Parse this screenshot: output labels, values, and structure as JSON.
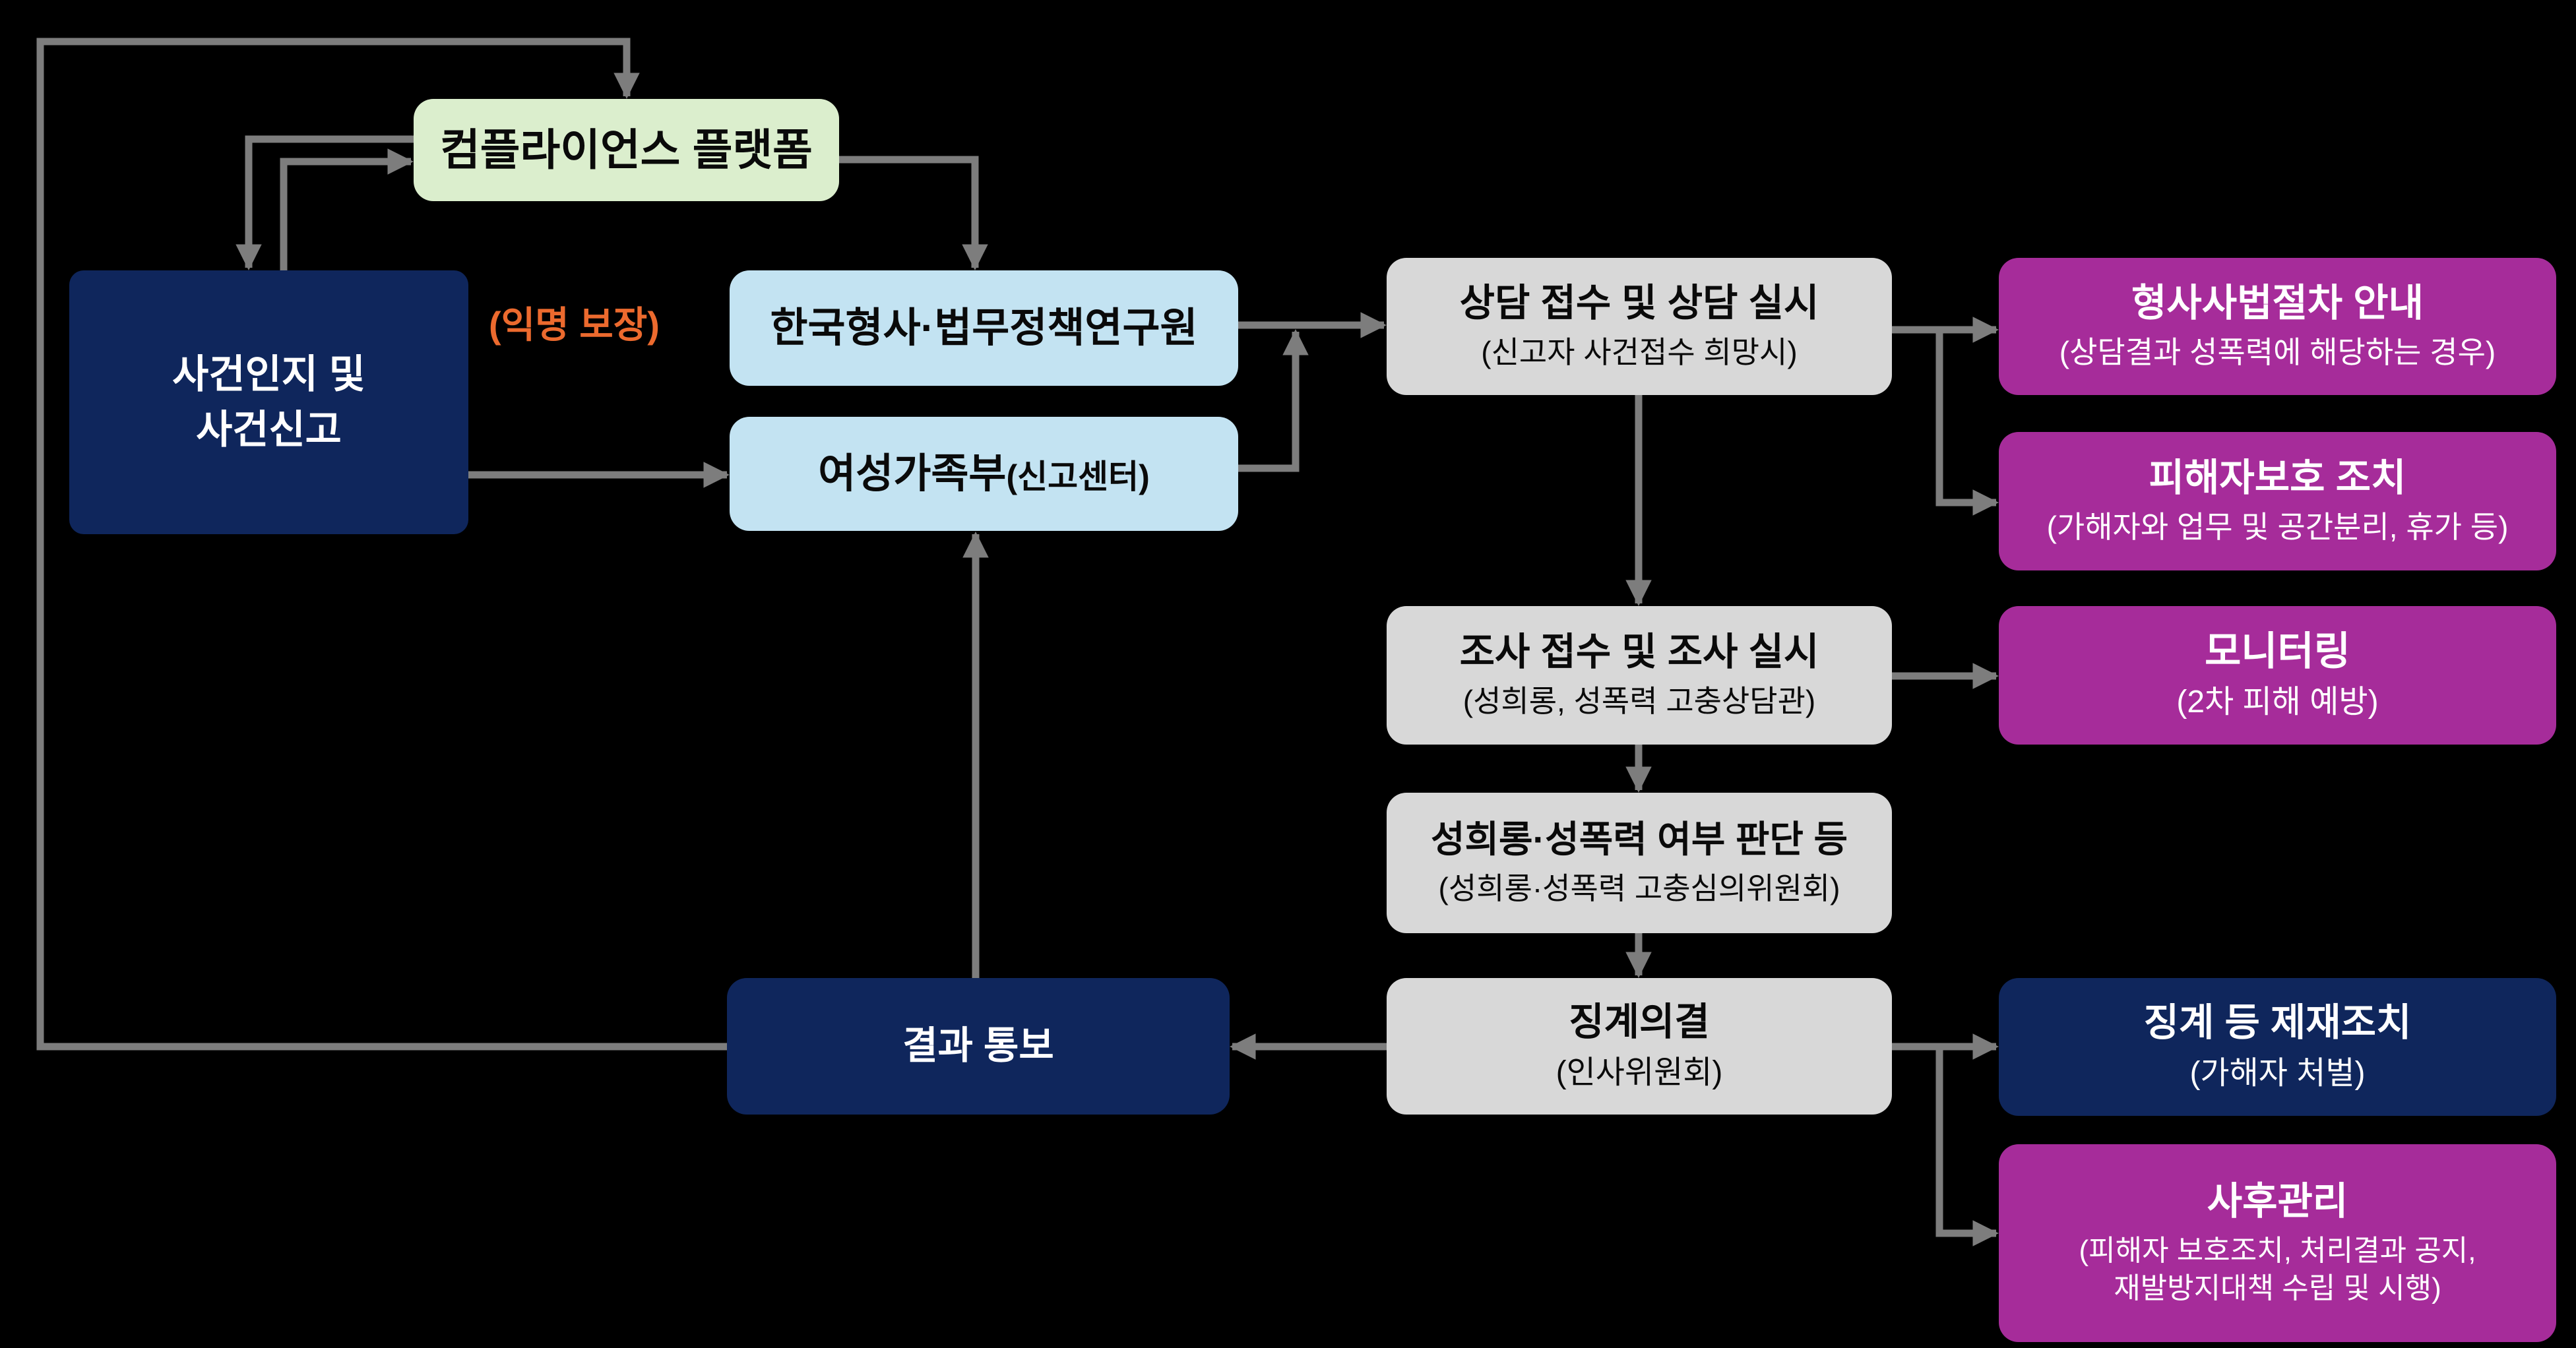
{
  "diagram": {
    "colors": {
      "background": "#000000",
      "arrow": "#7d7d7d",
      "navy": "#0f265c",
      "green": "#dbeecd",
      "blue": "#c3e3f2",
      "gray": "#d8d8d8",
      "magenta": "#a62c9a",
      "annotation_orange": "#ec6a2e",
      "text_dark": "#0a0a0a",
      "text_light": "#ffffff"
    },
    "annotation": {
      "text": "(익명 보장)"
    },
    "nodes": {
      "compliance_platform": {
        "label": "컴플라이언스 플랫폼"
      },
      "incident_report": {
        "label": "사건인지 및\n사건신고"
      },
      "kicj": {
        "label": "한국형사·법무정책연구원"
      },
      "mogef": {
        "label": "여성가족부",
        "suffix": "(신고센터)"
      },
      "counseling": {
        "label": "상담 접수 및 상담 실시",
        "sublabel": "(신고자 사건접수 희망시)"
      },
      "criminal_procedure": {
        "label": "형사사법절차 안내",
        "sublabel": "(상담결과 성폭력에 해당하는 경우)"
      },
      "victim_protection": {
        "label": "피해자보호 조치",
        "sublabel": "(가해자와 업무 및 공간분리, 휴가 등)"
      },
      "investigation": {
        "label": "조사 접수 및 조사 실시",
        "sublabel": "(성희롱, 성폭력 고충상담관)"
      },
      "monitoring": {
        "label": "모니터링",
        "sublabel": "(2차 피해 예방)"
      },
      "judgement": {
        "label": "성희롱·성폭력 여부 판단 등",
        "sublabel": "(성희롱·성폭력 고충심의위원회)"
      },
      "disciplinary": {
        "label": "징계의결",
        "sublabel": "(인사위원회)"
      },
      "result_notice": {
        "label": "결과 통보"
      },
      "sanction": {
        "label": "징계 등 제재조치",
        "sublabel": "(가해자 처벌)"
      },
      "aftercare": {
        "label": "사후관리",
        "sublabel": "(피해자 보호조치, 처리결과 공지,\n재발방지대책 수립 및 시행)"
      }
    },
    "edges": [
      {
        "from": "result_notice",
        "to": "compliance_platform"
      },
      {
        "from": "compliance_platform",
        "to": "incident_report"
      },
      {
        "from": "incident_report",
        "to": "compliance_platform"
      },
      {
        "from": "compliance_platform",
        "to": "kicj"
      },
      {
        "from": "incident_report",
        "to": "mogef"
      },
      {
        "from": "kicj",
        "to": "counseling"
      },
      {
        "from": "mogef",
        "to": "counseling"
      },
      {
        "from": "counseling",
        "to": "investigation"
      },
      {
        "from": "counseling",
        "to": "criminal_procedure"
      },
      {
        "from": "counseling",
        "to": "victim_protection"
      },
      {
        "from": "investigation",
        "to": "monitoring"
      },
      {
        "from": "investigation",
        "to": "judgement"
      },
      {
        "from": "judgement",
        "to": "disciplinary"
      },
      {
        "from": "disciplinary",
        "to": "result_notice"
      },
      {
        "from": "disciplinary",
        "to": "sanction"
      },
      {
        "from": "disciplinary",
        "to": "aftercare"
      },
      {
        "from": "result_notice",
        "to": "mogef"
      }
    ]
  }
}
